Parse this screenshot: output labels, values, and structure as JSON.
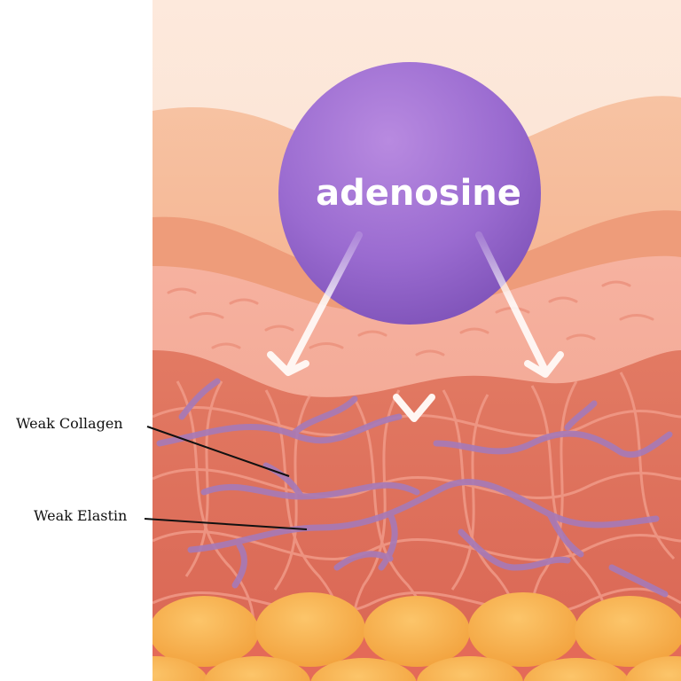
{
  "molecule": {
    "name": "adenosine",
    "color": "#9b6fd3"
  },
  "labels": {
    "collagen": "Weak Collagen",
    "elastin": "Weak Elastin"
  },
  "colors": {
    "surface": "#fbe3d4",
    "epidermis_top": "#f6b896",
    "epidermis_mid": "#f3a582",
    "dermis": "#ee8f78",
    "deep_dermis": "#df6f5c",
    "fibers": "#a87bb7",
    "fat_cells": "#f7b04b",
    "arrows": "#fde8e2"
  }
}
